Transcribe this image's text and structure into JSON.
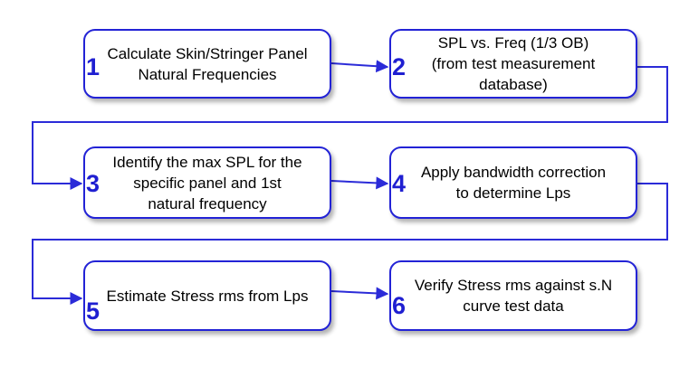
{
  "diagram": {
    "steps": [
      {
        "number": "1",
        "text": "Calculate Skin/Stringer Panel\nNatural Frequencies"
      },
      {
        "number": "2",
        "text": "SPL vs. Freq (1/3 OB)\n(from test measurement\ndatabase)"
      },
      {
        "number": "3",
        "text": "Identify the max SPL for the\nspecific panel and 1st\nnatural frequency"
      },
      {
        "number": "4",
        "text": "Apply bandwidth correction\nto determine Lps"
      },
      {
        "number": "5",
        "text": "Estimate Stress rms from Lps"
      },
      {
        "number": "6",
        "text": "Verify Stress rms against s.N\ncurve test data"
      }
    ],
    "colors": {
      "border": "#2323d6",
      "connector": "#2b2bd8",
      "number": "#1f1fd1",
      "text": "#000000"
    }
  }
}
